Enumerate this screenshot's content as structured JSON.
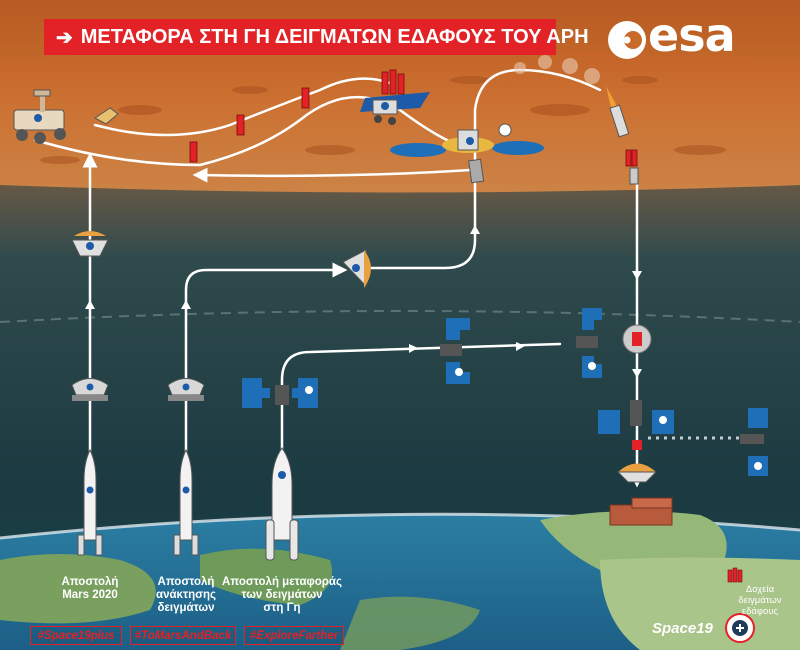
{
  "header": {
    "title": "ΜΕΤΑΦΟΡΑ ΣΤΗ ΓΗ ΔΕΙΓΜΑΤΩΝ ΕΔΑΦΟΥΣ ΤΟΥ ΑΡΗ",
    "arrow": "➔"
  },
  "logo": {
    "text": "esa"
  },
  "missions": [
    {
      "label_line1": "Αποστολή",
      "label_line2": "Mars 2020",
      "label_line3": ""
    },
    {
      "label_line1": "Αποστολή",
      "label_line2": "ανάκτησης",
      "label_line3": "δειγμάτων"
    },
    {
      "label_line1": "Αποστολή μεταφοράς",
      "label_line2": "των δειγμάτων",
      "label_line3": "στη Γη"
    }
  ],
  "tags": [
    "#Space19plus",
    "#ToMarsAndBack",
    "#ExploreFarther"
  ],
  "legend": {
    "line1": "Δοχεία",
    "line2": "δειγμάτων",
    "line3": "εδάφους"
  },
  "footer": {
    "brand": "Space19"
  },
  "colors": {
    "accent_red": "#e22226",
    "mars_orange": "#c96a2a",
    "space_dark": "#1f3b42",
    "panel_blue": "#1f6fb8"
  }
}
